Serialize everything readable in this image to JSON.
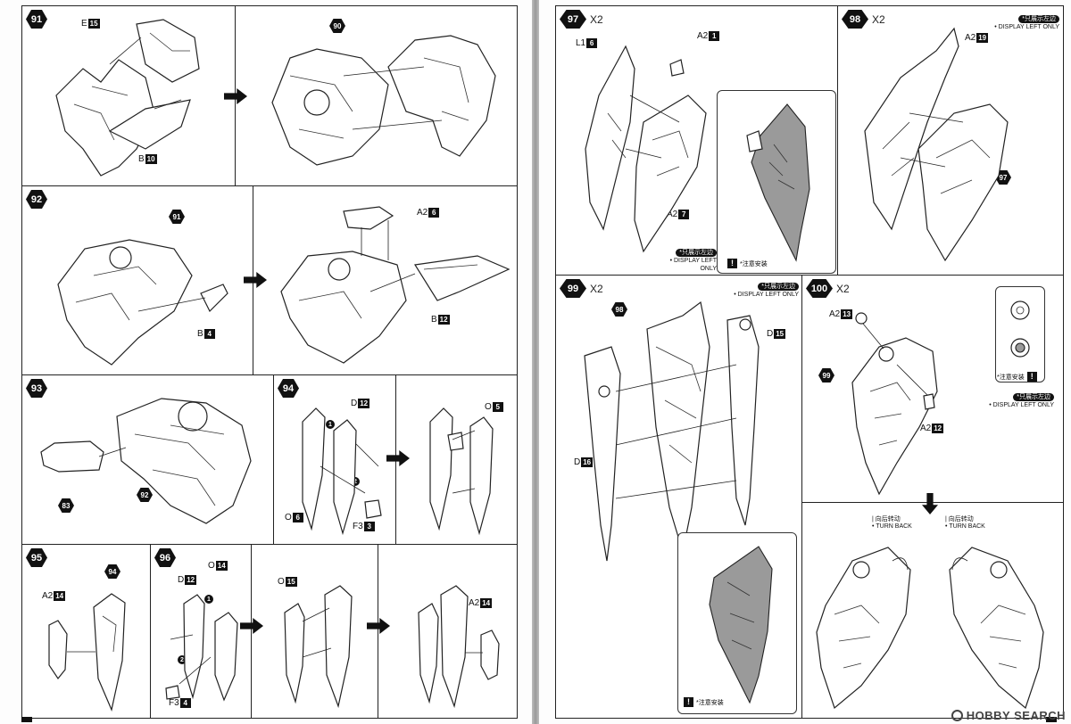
{
  "left_page": {
    "steps": [
      {
        "num": "91",
        "labels": [
          {
            "letter": "E",
            "num": "15"
          },
          {
            "letter": "B",
            "num": "10"
          }
        ],
        "ref": "90"
      },
      {
        "num": "92",
        "labels": [
          {
            "letter": "B",
            "num": "4"
          },
          {
            "letter": "A2",
            "num": "6"
          },
          {
            "letter": "B",
            "num": "12"
          }
        ],
        "ref": "91"
      },
      {
        "num": "93",
        "refs": [
          "83",
          "92"
        ]
      },
      {
        "num": "94",
        "labels": [
          {
            "letter": "D",
            "num": "12"
          },
          {
            "letter": "O",
            "num": "6"
          },
          {
            "letter": "F3",
            "num": "3"
          },
          {
            "letter": "O",
            "num": "5"
          }
        ],
        "order": [
          "1",
          "2"
        ]
      },
      {
        "num": "95",
        "labels": [
          {
            "letter": "A2",
            "num": "14"
          }
        ],
        "ref": "94"
      },
      {
        "num": "96",
        "labels": [
          {
            "letter": "D",
            "num": "12"
          },
          {
            "letter": "O",
            "num": "14"
          },
          {
            "letter": "F3",
            "num": "4"
          },
          {
            "letter": "O",
            "num": "15"
          },
          {
            "letter": "A2",
            "num": "14"
          }
        ],
        "order": [
          "1",
          "2"
        ]
      }
    ]
  },
  "right_page": {
    "steps": [
      {
        "num": "97",
        "multiplier": "X2",
        "labels": [
          {
            "letter": "L1",
            "num": "6"
          },
          {
            "letter": "A2",
            "num": "1"
          },
          {
            "letter": "A2",
            "num": "7"
          }
        ]
      },
      {
        "num": "98",
        "multiplier": "X2",
        "labels": [
          {
            "letter": "A2",
            "num": "19"
          }
        ],
        "ref": "97"
      },
      {
        "num": "99",
        "multiplier": "X2",
        "labels": [
          {
            "letter": "D",
            "num": "15"
          },
          {
            "letter": "D",
            "num": "16"
          }
        ],
        "ref": "98"
      },
      {
        "num": "100",
        "multiplier": "X2",
        "labels": [
          {
            "letter": "A2",
            "num": "13"
          },
          {
            "letter": "A2",
            "num": "12"
          }
        ],
        "ref": "99"
      }
    ],
    "display_left_cn": "*只展示左边",
    "display_left_en": "• DISPLAY LEFT ONLY",
    "caution": "*注意安装",
    "turn_back_cn": "向后转动",
    "turn_back_en": "• TURN BACK"
  },
  "watermark": "HOBBY SEARCH"
}
